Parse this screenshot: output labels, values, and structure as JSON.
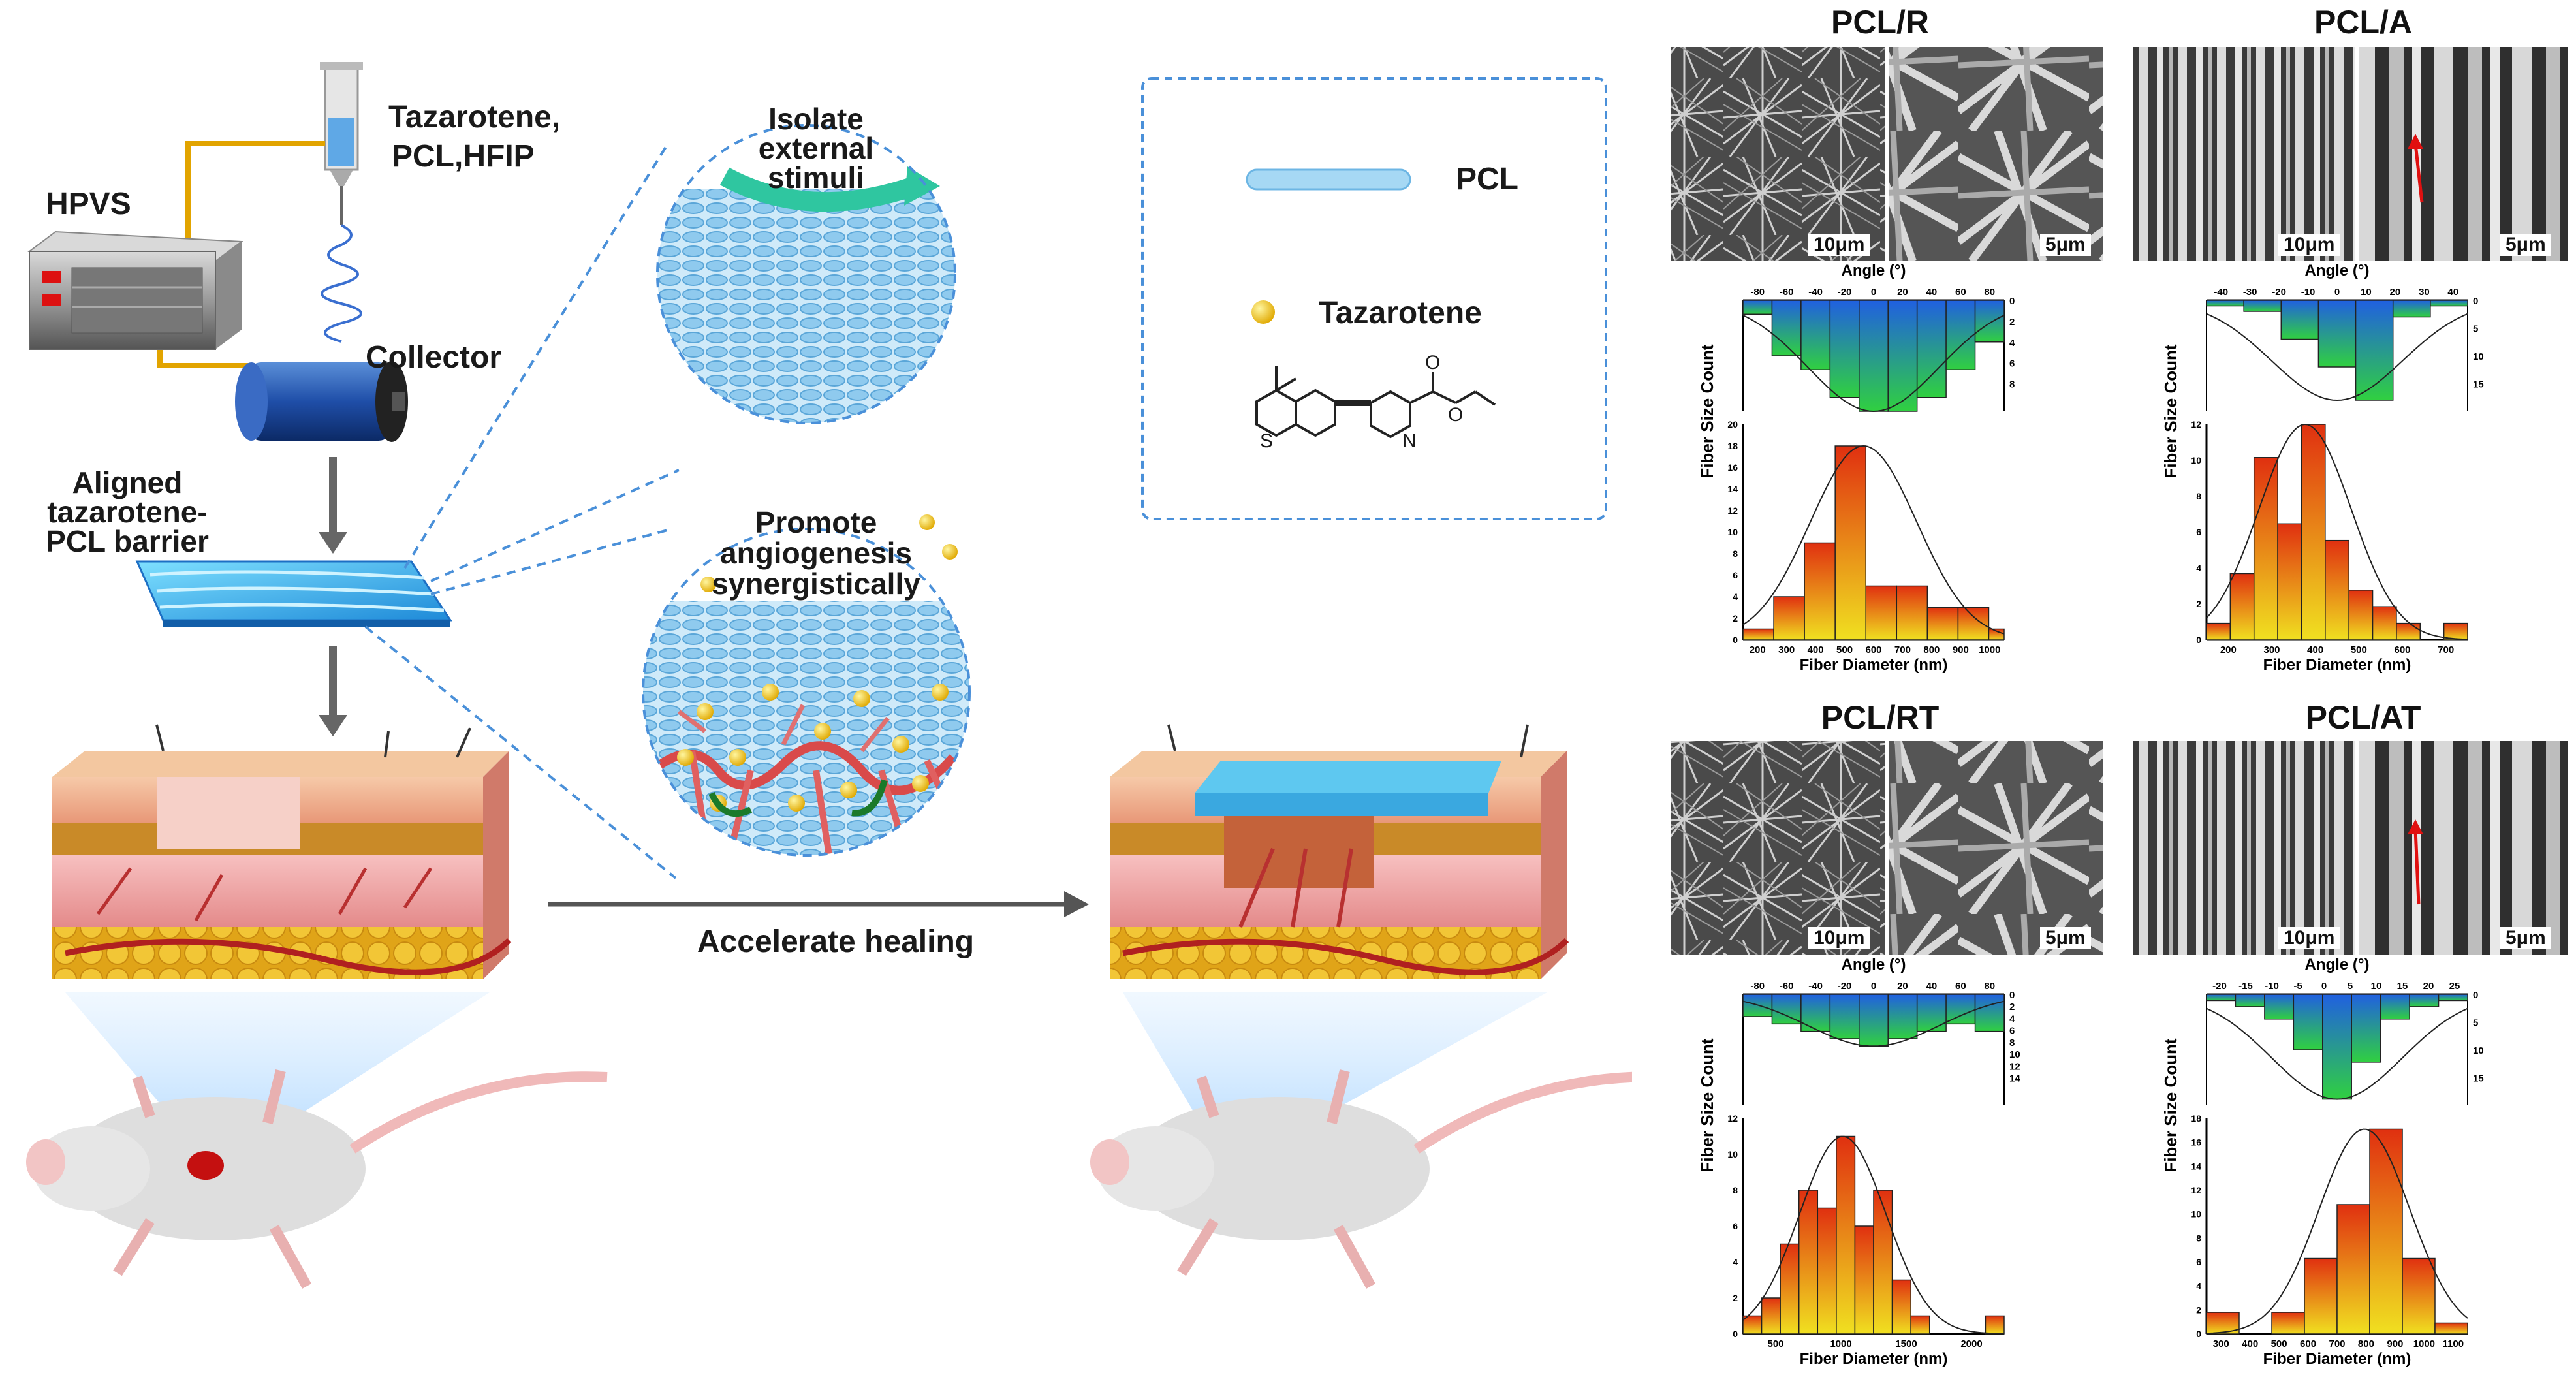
{
  "schematic": {
    "hpvs": "HPVS",
    "solution": [
      "Tazarotene,",
      "PCL,HFIP"
    ],
    "collector": "Collector",
    "barrier": [
      "Aligned",
      "tazarotene-",
      "PCL barrier"
    ],
    "isolate": [
      "Isolate",
      "external",
      "stimuli"
    ],
    "promote": [
      "Promote",
      "angiogenesis",
      "synergistically"
    ],
    "arrow_label": "Accelerate healing"
  },
  "legend": {
    "pcl": "PCL",
    "tazarotene": "Tazarotene"
  },
  "colors": {
    "dashed": "#4a90d9",
    "fiber_blue": "#9fd4f2",
    "dot_yellow": "#f5c518",
    "skin_pink": "#f2a8a8",
    "fat_yellow": "#e8b820",
    "hist_top": "#e03010",
    "hist_bottom": "#f0e020",
    "angle_top": "#2060e0",
    "angle_bottom": "#30d040"
  },
  "chart_data": [
    {
      "type": "bar",
      "panel": "PCL/R",
      "scale_bars": [
        "10μm",
        "5μm"
      ],
      "angle": {
        "xlabel": "Angle (°)",
        "xticks": [
          "-80",
          "-60",
          "-40",
          "-20",
          "0",
          "20",
          "40",
          "60",
          "80"
        ],
        "yticks": [
          "0",
          "2",
          "4",
          "6",
          "8"
        ],
        "bins": [
          -90,
          -70,
          -50,
          -30,
          -10,
          10,
          30,
          50,
          70,
          90
        ],
        "values": [
          1,
          4,
          5,
          7,
          8,
          8,
          7,
          5,
          3
        ],
        "ylim": [
          0,
          8
        ]
      },
      "diameter": {
        "xlabel": "Fiber Diameter (nm)",
        "ylabel": "Fiber Size Count",
        "xticks": [
          "200",
          "300",
          "400",
          "500",
          "600",
          "700",
          "800",
          "900",
          "1000"
        ],
        "yticks": [
          "0",
          "2",
          "4",
          "6",
          "8",
          "10",
          "12",
          "14",
          "16",
          "18",
          "20"
        ],
        "bins": [
          150,
          250,
          350,
          450,
          550,
          650,
          750,
          850,
          950,
          1000
        ],
        "values": [
          1,
          4,
          9,
          18,
          5,
          5,
          3,
          3,
          1
        ],
        "ylim": [
          0,
          20
        ]
      }
    },
    {
      "type": "bar",
      "panel": "PCL/A",
      "scale_bars": [
        "10μm",
        "5μm"
      ],
      "angle": {
        "xlabel": "Angle (°)",
        "xticks": [
          "-40",
          "-30",
          "-20",
          "-10",
          "0",
          "10",
          "20",
          "30",
          "40"
        ],
        "yticks": [
          "0",
          "5",
          "10",
          "15"
        ],
        "bins": [
          -35,
          -25,
          -15,
          -5,
          5,
          15,
          25,
          35
        ],
        "values": [
          1,
          2,
          7,
          12,
          18,
          3,
          1
        ],
        "ylim": [
          0,
          20
        ]
      },
      "diameter": {
        "xlabel": "Fiber Diameter (nm)",
        "ylabel": "Fiber Size Count",
        "xticks": [
          "200",
          "300",
          "400",
          "500",
          "600",
          "700"
        ],
        "yticks": [
          "0",
          "2",
          "4",
          "6",
          "8",
          "10",
          "12"
        ],
        "bins": [
          150,
          200,
          250,
          300,
          350,
          400,
          450,
          500,
          550,
          600,
          650,
          700
        ],
        "values": [
          1,
          4,
          11,
          7,
          13,
          6,
          3,
          2,
          1,
          0,
          1
        ],
        "ylim": [
          0,
          13
        ]
      }
    },
    {
      "type": "bar",
      "panel": "PCL/RT",
      "scale_bars": [
        "10μm",
        "5μm"
      ],
      "angle": {
        "xlabel": "Angle (°)",
        "xticks": [
          "-80",
          "-60",
          "-40",
          "-20",
          "0",
          "20",
          "40",
          "60",
          "80"
        ],
        "yticks": [
          "0",
          "2",
          "4",
          "6",
          "8",
          "10",
          "12",
          "14"
        ],
        "bins": [
          -90,
          -70,
          -50,
          -30,
          -10,
          10,
          30,
          50,
          70,
          90
        ],
        "values": [
          3,
          4,
          5,
          6,
          7,
          6,
          5,
          4,
          5
        ],
        "ylim": [
          0,
          15
        ]
      },
      "diameter": {
        "xlabel": "Fiber Diameter (nm)",
        "ylabel": "Fiber Size Count",
        "xticks": [
          "500",
          "1000",
          "1500",
          "2000"
        ],
        "yticks": [
          "0",
          "2",
          "4",
          "6",
          "8",
          "10",
          "12"
        ],
        "bins": [
          250,
          400,
          550,
          700,
          850,
          1000,
          1150,
          1300,
          1450,
          1600,
          1750,
          1900,
          2050,
          2200,
          2350
        ],
        "values": [
          1,
          2,
          5,
          8,
          7,
          11,
          6,
          8,
          3,
          1,
          0,
          0,
          0,
          1
        ],
        "ylim": [
          0,
          12
        ]
      }
    },
    {
      "type": "bar",
      "panel": "PCL/AT",
      "scale_bars": [
        "10μm",
        "5μm"
      ],
      "angle": {
        "xlabel": "Angle (°)",
        "xticks": [
          "-20",
          "-15",
          "-10",
          "-5",
          "0",
          "5",
          "10",
          "15",
          "20",
          "25"
        ],
        "yticks": [
          "0",
          "5",
          "10",
          "15"
        ],
        "bins": [
          -22.5,
          -17.5,
          -12.5,
          -7.5,
          -2.5,
          2.5,
          7.5,
          12.5,
          17.5,
          22.5
        ],
        "values": [
          1,
          2,
          4,
          9,
          17,
          11,
          4,
          2,
          1
        ],
        "ylim": [
          0,
          18
        ]
      },
      "diameter": {
        "xlabel": "Fiber Diameter (nm)",
        "ylabel": "Fiber Size Count",
        "xticks": [
          "300",
          "400",
          "500",
          "600",
          "700",
          "800",
          "900",
          "1000",
          "1100"
        ],
        "yticks": [
          "0",
          "2",
          "4",
          "6",
          "8",
          "10",
          "12",
          "14",
          "16",
          "18"
        ],
        "bins": [
          300,
          400,
          500,
          600,
          700,
          800,
          900,
          1000,
          1100
        ],
        "values": [
          2,
          0,
          2,
          7,
          12,
          19,
          7,
          1
        ],
        "ylim": [
          0,
          20
        ]
      }
    }
  ]
}
